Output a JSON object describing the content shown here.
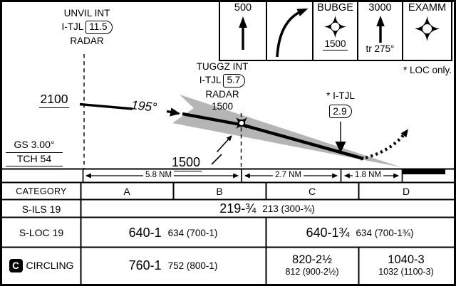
{
  "missed_approach": {
    "box1": {
      "label": "500",
      "icon": "up-arrow"
    },
    "box2": {
      "icon": "climbing-right-turn-arrow"
    },
    "box3": {
      "label": "BUBGE",
      "altitude": "1500",
      "icon": "fix-star"
    },
    "box4": {
      "label": "3000",
      "track": "tr 275°",
      "icon": "up-arrow"
    },
    "box5": {
      "label": "EXAMM",
      "icon": "fix-star"
    }
  },
  "notes": {
    "loc_only": "* LOC only."
  },
  "profile": {
    "unvil_name": "UNVIL INT",
    "unvil_dme_prefix": "I-TJL",
    "unvil_dme": "11.5",
    "unvil_radar": "RADAR",
    "alt_2100": "2100",
    "course": "195°",
    "tuggz_name": "TUGGZ INT",
    "tuggz_dme_prefix": "I-TJL",
    "tuggz_dme": "5.7",
    "tuggz_radar": "RADAR",
    "tuggz_alt": "1500",
    "min_alt": "1500",
    "itjl_label": "* I-TJL",
    "itjl_dme": "2.9",
    "gs": "GS 3.00°",
    "tch": "TCH 54",
    "d1": "5.8 NM",
    "d2": "2.7 NM",
    "d3": "1.8 NM"
  },
  "minimums_table": {
    "category": "CATEGORY",
    "col_a": "A",
    "col_b": "B",
    "col_c": "C",
    "col_d": "D",
    "sils_label": "S-ILS 19",
    "sils_main": "219-¾",
    "sils_sub": "213 (300-¾)",
    "sloc_label": "S-LOC 19",
    "sloc_ab_main": "640-1",
    "sloc_ab_sub": "634 (700-1)",
    "sloc_cd_main": "640-1¾",
    "sloc_cd_sub": "634 (700-1¾)",
    "circ_label": "CIRCLING",
    "circ_icon": "C",
    "circ_ab_main": "760-1",
    "circ_ab_sub": "752 (800-1)",
    "circ_c_main": "820-2½",
    "circ_c_sub": "812 (900-2½)",
    "circ_d_main": "1040-3",
    "circ_d_sub": "1032 (1100-3)"
  }
}
